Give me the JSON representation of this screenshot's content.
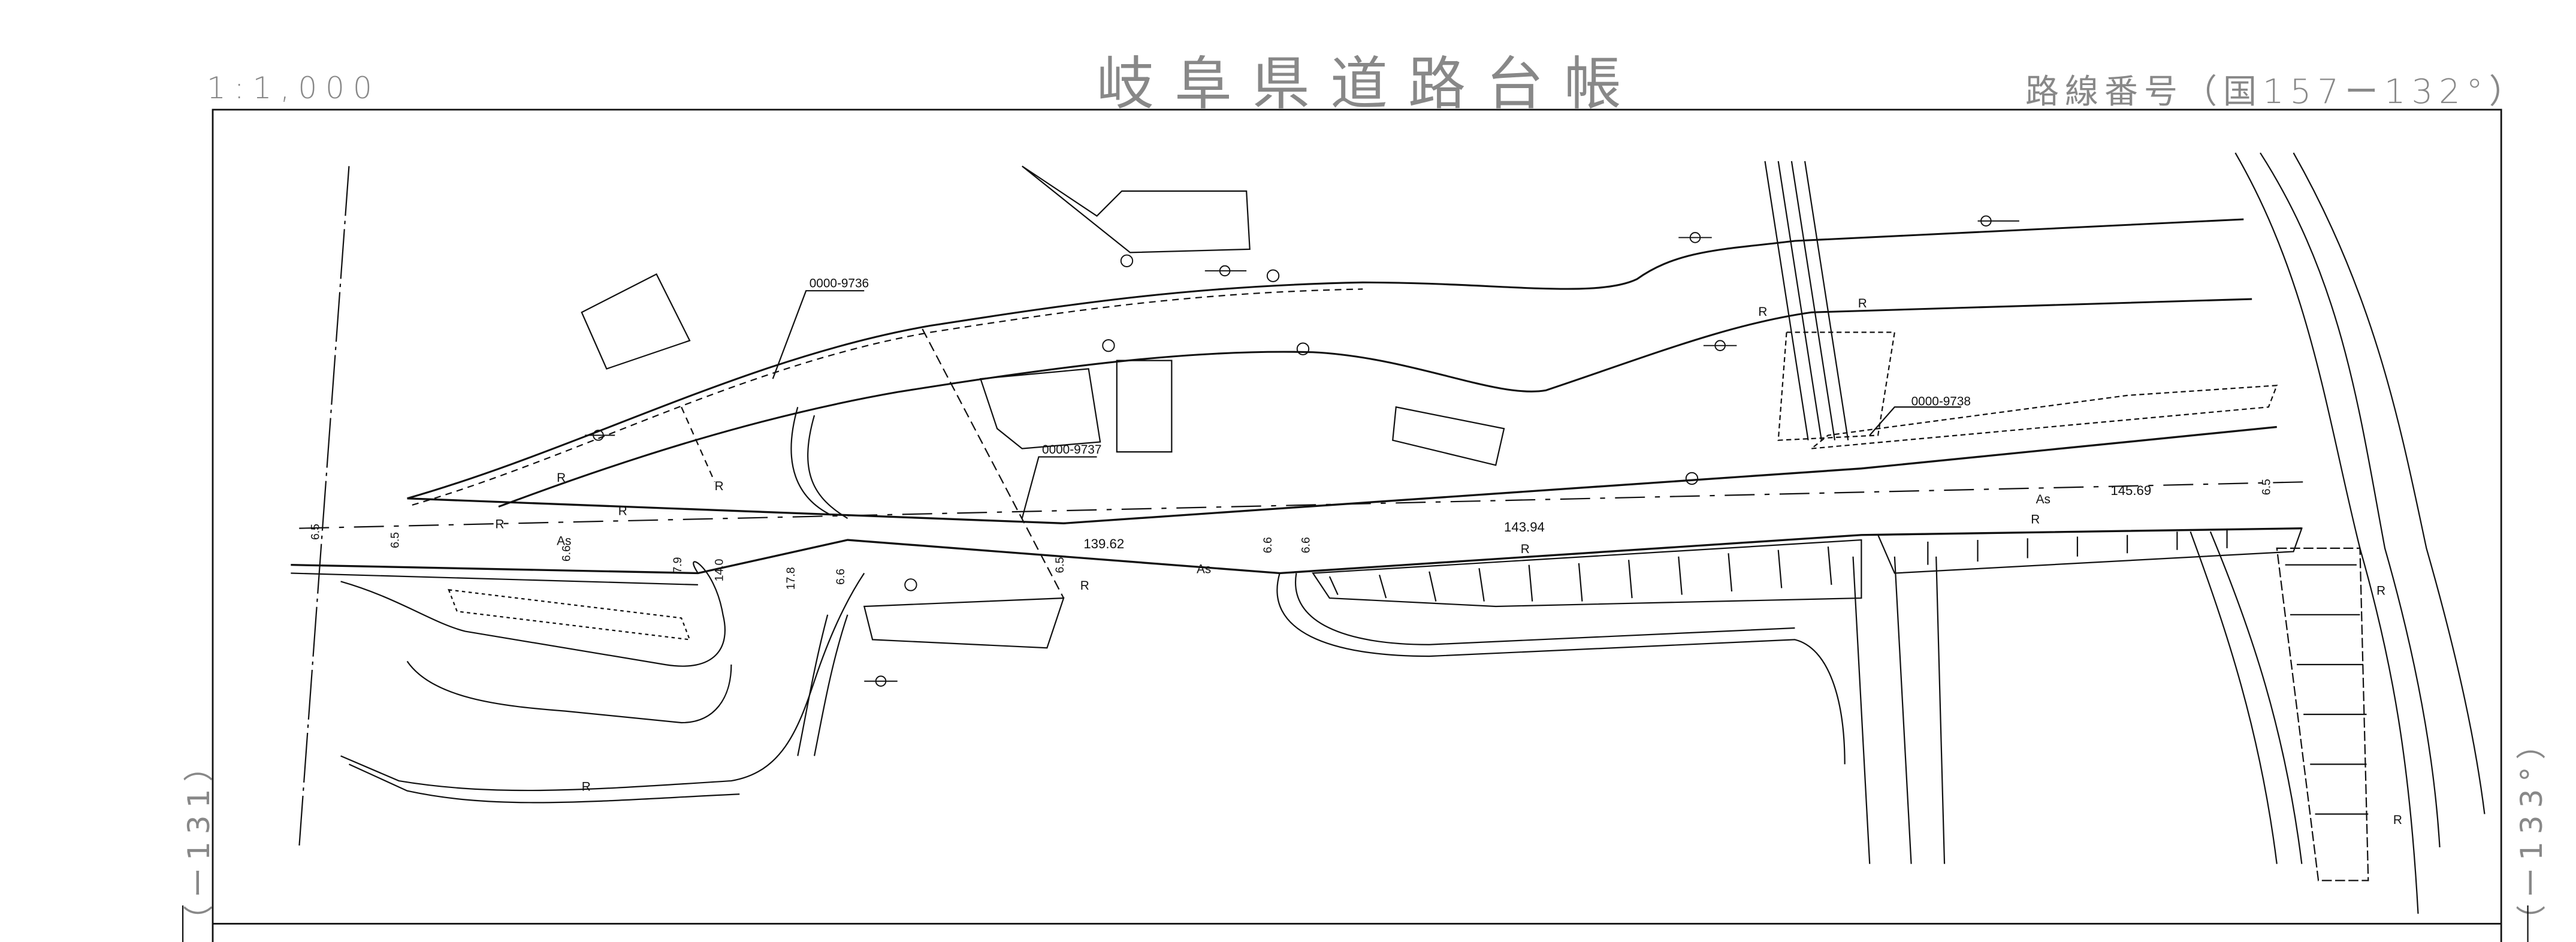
{
  "header": {
    "scale": "1:1,000",
    "title": "岐阜県道路台帳",
    "route_number": "路線番号（国157ー132°）"
  },
  "side_labels": {
    "left": "（ー131）",
    "right": "（ー133°）"
  },
  "map": {
    "parcel_labels": [
      "0000-9736",
      "0000-9737",
      "0000-9738"
    ],
    "elevations": [
      "139.62",
      "143.94",
      "145.69"
    ],
    "surface_label": "As",
    "curb_label": "R",
    "widths": [
      "6.5",
      "6.5",
      "6.6",
      "7.9",
      "14.0",
      "17.8",
      "6.6",
      "6.5",
      "6.6",
      "6.6",
      "6.5"
    ]
  }
}
